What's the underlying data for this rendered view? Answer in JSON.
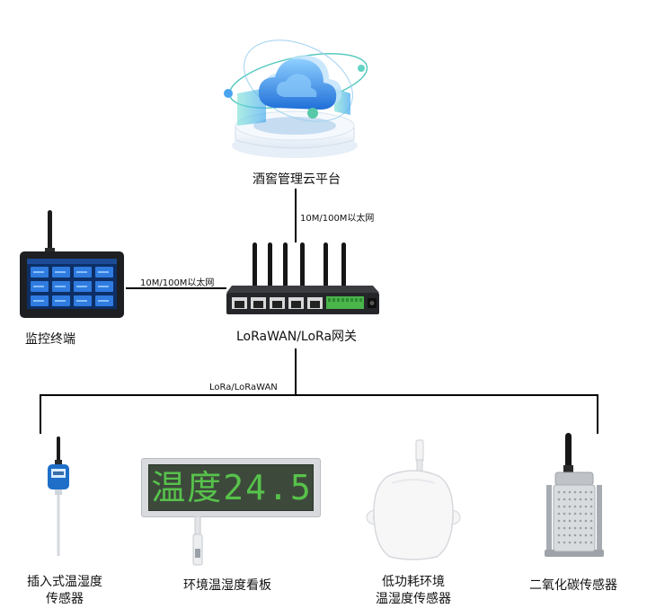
{
  "nodes": {
    "cloud": {
      "label": "酒窖管理云平台"
    },
    "monitor": {
      "label": "监控终端"
    },
    "gateway": {
      "label": "LoRaWAN/LoRa网关"
    },
    "plugin_sensor": {
      "label_line1": "插入式温湿度",
      "label_line2": "传感器"
    },
    "board": {
      "label": "环境温湿度看板",
      "display_chars": [
        "温",
        "度",
        "2",
        "4",
        ".",
        "5"
      ]
    },
    "lowpower_sensor": {
      "label_line1": "低功耗环境",
      "label_line2": "温湿度传感器"
    },
    "co2_sensor": {
      "label": "二氧化碳传感器"
    }
  },
  "links": {
    "cloud_gateway": "10M/100M以太网",
    "monitor_gateway": "10M/100M以太网",
    "gateway_sensors": "LoRa/LoRaWAN"
  },
  "colors": {
    "line": "#000000",
    "cloud_blue": "#2f7fe0",
    "led_green": "#57c24b",
    "display_bg": "#3d4a3b",
    "terminal_green": "#49b54a"
  }
}
